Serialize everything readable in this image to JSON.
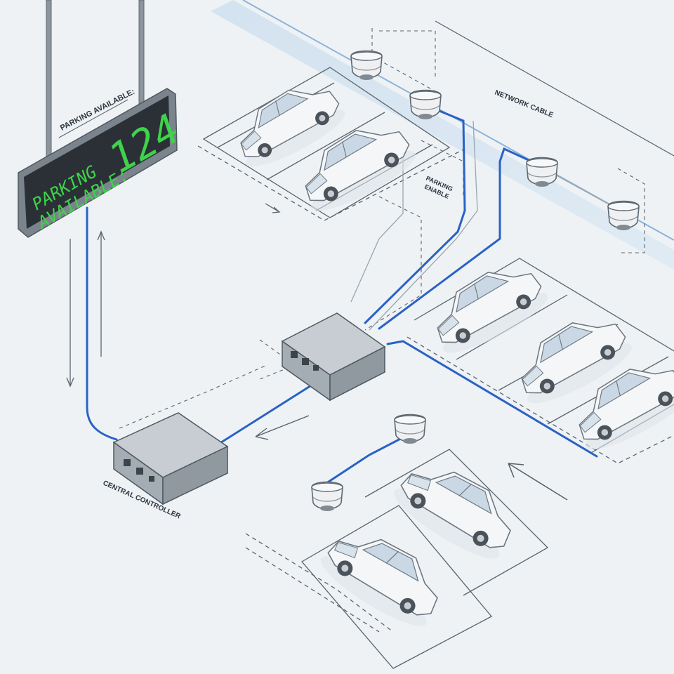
{
  "sign": {
    "caption": "PARKING AVAILABLE:",
    "line1": "PARKING",
    "line2": "AVAILABLE:",
    "count": "124",
    "led_color": "#3fd24a"
  },
  "labels": {
    "network_cable": "NETWORK CABLE",
    "parking_enable_1": "PARKING",
    "parking_enable_2": "ENABLE",
    "central_controller": "CENTRAL CONTROLLER"
  },
  "colors": {
    "cable": "#2a62c4",
    "background": "#eef2f5",
    "controller": "#9aa3ab"
  },
  "icons": [
    "ultrasonic-sensor-icon",
    "car-icon",
    "controller-box-icon",
    "led-sign-icon"
  ]
}
